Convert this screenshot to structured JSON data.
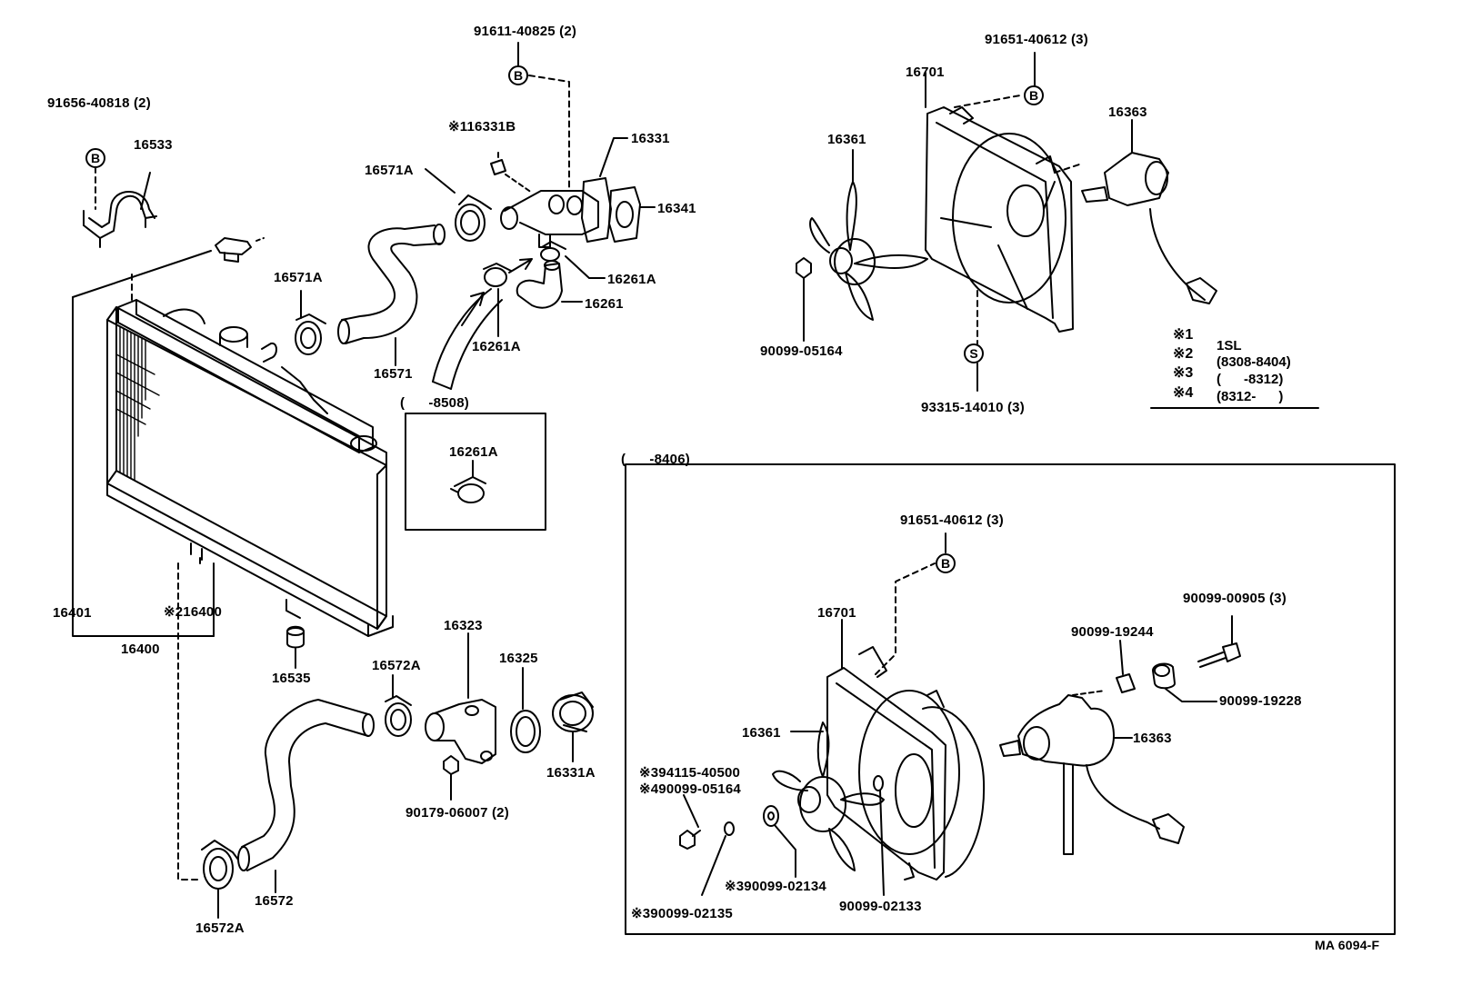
{
  "part_numbers": {
    "bolt_b_top": "91611-40825 (2)",
    "clip_b_left": "91656-40818 (2)",
    "bracket": "16533",
    "cap_16331b": "※116331B",
    "water_outlet": "16331",
    "clamp_16571a_top": "16571A",
    "gasket_16341": "16341",
    "clamp_16571a_mid": "16571A",
    "clamp_16261a_right": "16261A",
    "hose_16261": "16261",
    "hose_16571": "16571",
    "clamp_16261a_lower": "16261A",
    "inset_range": "(      -8508)",
    "inset_clamp": "16261A",
    "radiator_assy": "16401",
    "radiator_note": "※216400",
    "radiator_16400": "16400",
    "drain_cock": "16535",
    "clamp_16572a_top": "16572A",
    "water_inlet": "16323",
    "gasket_16325": "16325",
    "thermostat": "16331A",
    "stud_90179": "90179-06007 (2)",
    "hose_16572": "16572",
    "clamp_16572a_bottom": "16572A",
    "bolt_b_fan_top": "91651-40612 (3)",
    "shroud_top": "16701",
    "fan_top": "16361",
    "motor_top": "16363",
    "nut_top": "90099-05164",
    "screw_s": "93315-14010 (3)",
    "inset2_range": "(      -8406)",
    "bolt_b_fan_bottom": "91651-40612 (3)",
    "shroud_bottom": "16701",
    "fan_bottom": "16361",
    "motor_bottom": "16363",
    "bolt_00905": "90099-00905 (3)",
    "sleeve_19244": "90099-19244",
    "collar_19228": "90099-19228",
    "washer_94115": "※394115-40500",
    "nut_05164_bottom": "※490099-05164",
    "washer_02134": "※390099-02134",
    "washer_02133": "90099-02133",
    "washer_02135": "※390099-02135",
    "diagram_id": "MA 6094-F"
  },
  "callouts": {
    "b": "B",
    "s": "S"
  },
  "legend": [
    {
      "key": "※1",
      "value": "1SL"
    },
    {
      "key": "※2",
      "value": "(8308-8404)"
    },
    {
      "key": "※3",
      "value": "(      -8312)"
    },
    {
      "key": "※4",
      "value": "(8312-      )"
    }
  ]
}
